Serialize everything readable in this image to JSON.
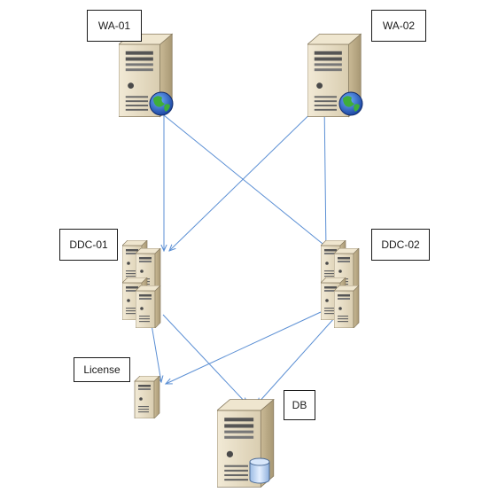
{
  "nodes": {
    "wa01": {
      "label": "WA-01",
      "type": "web-server"
    },
    "wa02": {
      "label": "WA-02",
      "type": "web-server"
    },
    "ddc01": {
      "label": "DDC-01",
      "type": "server-cluster"
    },
    "ddc02": {
      "label": "DDC-02",
      "type": "server-cluster"
    },
    "license": {
      "label": "License",
      "type": "small-server"
    },
    "db": {
      "label": "DB",
      "type": "database-server"
    }
  },
  "connections": [
    {
      "from": "WA-01",
      "to": "DDC-01"
    },
    {
      "from": "WA-01",
      "to": "DDC-02"
    },
    {
      "from": "WA-02",
      "to": "DDC-01"
    },
    {
      "from": "WA-02",
      "to": "DDC-02"
    },
    {
      "from": "DDC-01",
      "to": "License"
    },
    {
      "from": "DDC-01",
      "to": "DB"
    },
    {
      "from": "DDC-02",
      "to": "License"
    },
    {
      "from": "DDC-02",
      "to": "DB"
    }
  ],
  "colors": {
    "connector": "#5b8fd4",
    "server_body": "#e6dcc3",
    "server_dark": "#b8a886",
    "globe": "#2a6fd0",
    "db_cylinder": "#bcd3ee"
  }
}
